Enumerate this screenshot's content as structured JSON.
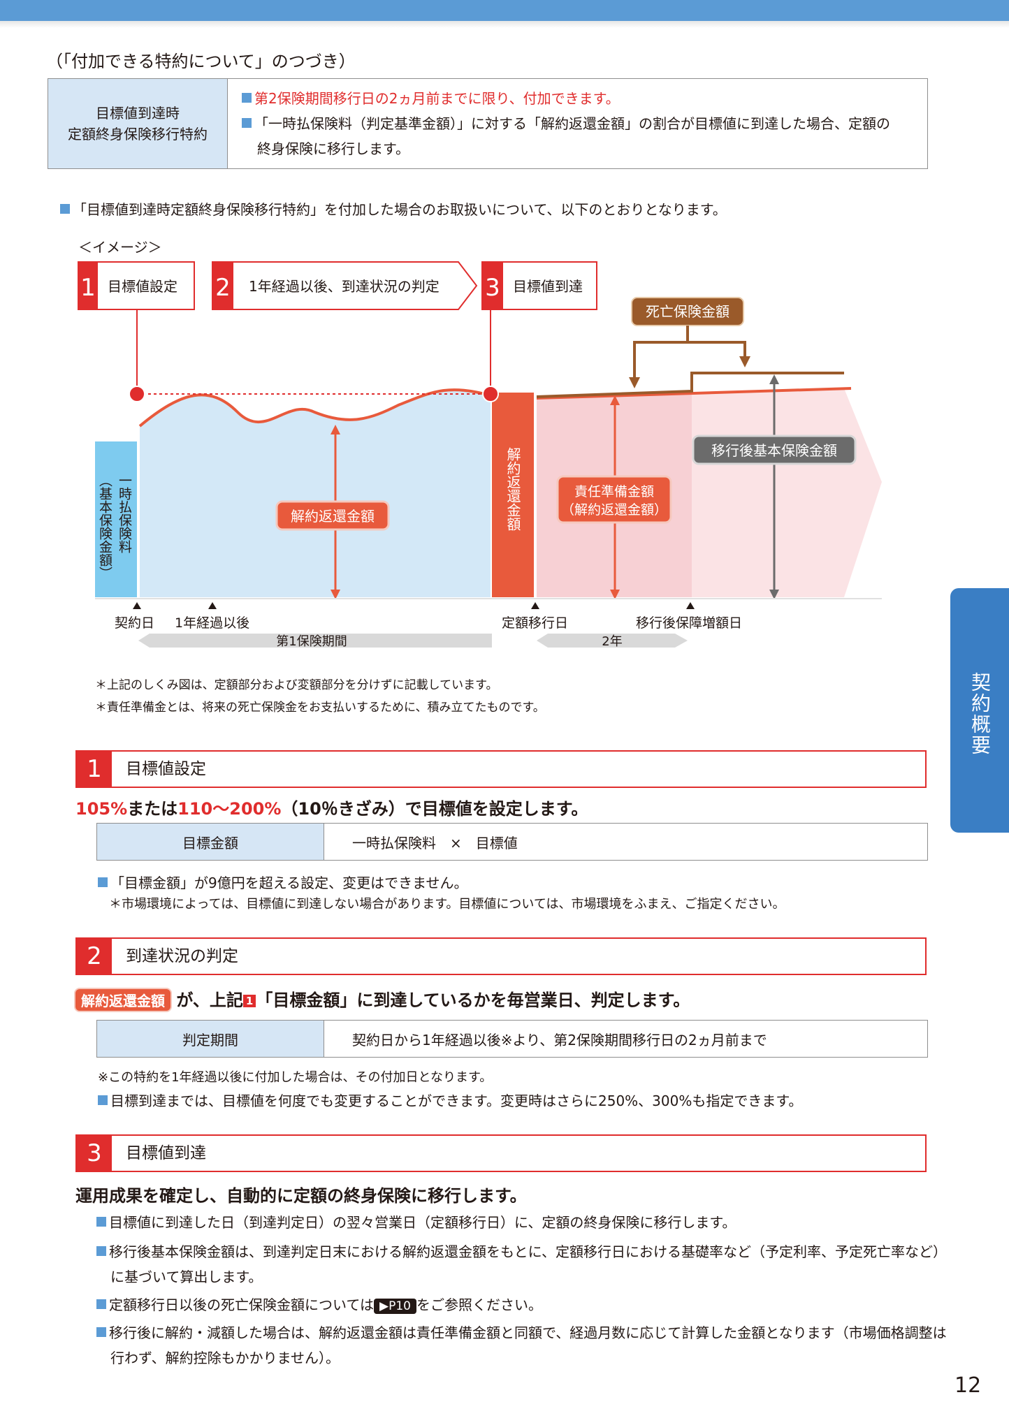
{
  "header": {
    "subtitle": "（「付加できる特約について」のつづき）"
  },
  "rider_table": {
    "head_line1": "目標値到達時",
    "head_line2": "定額終身保険移行特約",
    "bullet1": "第2保険期間移行日の2ヵ月前までに限り、付加できます。",
    "bullet2_line1": "「一時払保険料（判定基準金額）」に対する「解約返還金額」の割合が目標値に到達した場合、定額の",
    "bullet2_line2": "終身保険に移行します。"
  },
  "intro": "「目標値到達時定額終身保険移行特約」を付加した場合のお取扱いについて、以下のとおりとなります。",
  "image_label": "＜イメージ＞",
  "diagram": {
    "step1": {
      "num": "1",
      "label": "目標値設定"
    },
    "step2": {
      "num": "2",
      "label": "1年経過以後、到達状況の判定"
    },
    "step3": {
      "num": "3",
      "label": "目標値到達"
    },
    "death_benefit": "死亡保険金額",
    "premium_label": "（基本保険金額）",
    "premium_label2": "一時払保険料",
    "surrender_vertical": "解約返還金額",
    "surrender_tag": "解約返還金額",
    "reserve_line1": "責任準備金額",
    "reserve_line2": "（解約返還金額）",
    "post_basic": "移行後基本保険金額",
    "axis": {
      "contract_day": "契約日",
      "one_year": "1年経過以後",
      "fixed_day": "定額移行日",
      "increase_day": "移行後保障増額日"
    },
    "period1": "第1保険期間",
    "period2": "2年",
    "colors": {
      "red": "#e02d2d",
      "orange": "#e85a3c",
      "brown": "#9a5a2a",
      "lightblue": "#d3e8f7",
      "premium_blue": "#7ecbef",
      "pink": "#f7d0d4",
      "lightpink": "#fbe3e5",
      "gray": "#6b6b6b"
    }
  },
  "footnotes": [
    "＊上記のしくみ図は、定額部分および変額部分を分けずに記載しています。",
    "＊責任準備金とは、将来の死亡保険金をお支払いするために、積み立てたものです。"
  ],
  "section1": {
    "num": "1",
    "title": "目標値設定",
    "lead_red1": "105%",
    "lead_mid1": "または",
    "lead_red2": "110〜200%",
    "lead_rest": "（10％きざみ）で目標値を設定します。",
    "table_head": "目標金額",
    "table_value": "一時払保険料　×　目標値",
    "note1": "「目標金額」が9億円を超える設定、変更はできません。",
    "note2": "＊市場環境によっては、目標値に到達しない場合があります。目標値については、市場環境をふまえ、ご指定ください。"
  },
  "section2": {
    "num": "2",
    "title": "到達状況の判定",
    "lead_tag": "解約返還金額",
    "lead_a": "が、上記",
    "lead_mini": "1",
    "lead_b": "「目標金額」に到達しているかを毎営業日、判定します。",
    "table_head": "判定期間",
    "table_value": "契約日から1年経過以後※より、第2保険期間移行日の2ヵ月前まで",
    "note1": "※この特約を1年経過以後に付加した場合は、その付加日となります。",
    "note2": "目標到達までは、目標値を何度でも変更することができます。変更時はさらに250%、300%も指定できます。"
  },
  "section3": {
    "num": "3",
    "title": "目標値到達",
    "lead": "運用成果を確定し、自動的に定額の終身保険に移行します。",
    "b1": "目標値に到達した日（到達判定日）の翌々営業日（定額移行日）に、定額の終身保険に移行します。",
    "b2_line1": "移行後基本保険金額は、到達判定日末における解約返還金額をもとに、定額移行日における基礎率など（予定利率、予定死亡率など）",
    "b2_line2": "に基づいて算出します。",
    "b3_a": "定額移行日以後の死亡保険金額については",
    "b3_btn": "▶P10",
    "b3_b": "をご参照ください。",
    "b4_line1": "移行後に解約・減額した場合は、解約返還金額は責任準備金額と同額で、経過月数に応じて計算した金額となります（市場価格調整は",
    "b4_line2": "行わず、解約控除もかかりません）。"
  },
  "side_tab": "契約概要",
  "page_number": "12"
}
